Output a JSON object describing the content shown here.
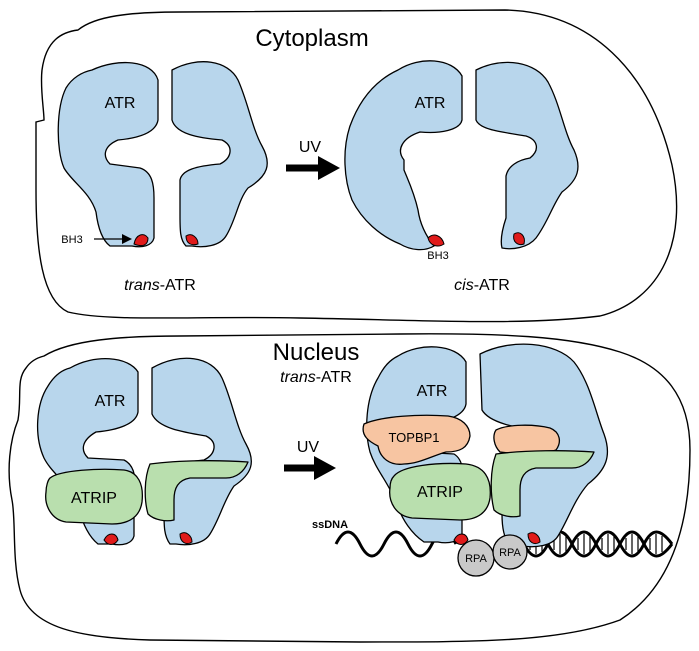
{
  "compartments": {
    "cytoplasm": "Cytoplasm",
    "nucleus": "Nucleus"
  },
  "labels": {
    "atr": "ATR",
    "atrip": "ATRIP",
    "topbp1": "TOPBP1",
    "rpa": "RPA",
    "ssdna": "ssDNA",
    "bh3": "BH3",
    "uv": "UV",
    "trans_prefix": "trans",
    "cis_prefix": "cis",
    "atr_suffix": "-ATR"
  },
  "colors": {
    "atr": "#b8d6ec",
    "atrip": "#b9dfae",
    "topbp1": "#f7c5a2",
    "rpa": "#c9c9c9",
    "bh3": "#e01b1b"
  },
  "icons": {
    "transition_arrow": "right-arrow-icon"
  }
}
